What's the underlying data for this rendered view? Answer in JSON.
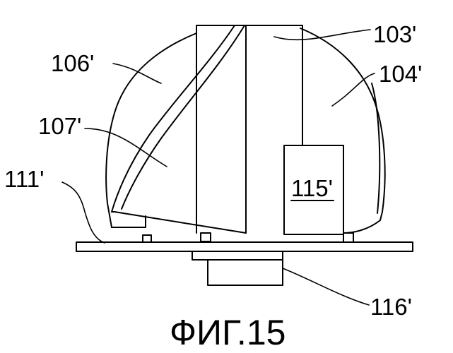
{
  "figure": {
    "caption": "ФИГ.15",
    "labels": {
      "l103": "103'",
      "l104": "104'",
      "l106": "106'",
      "l107": "107'",
      "l111": "111'",
      "l115": "115'",
      "l116": "116'"
    }
  }
}
